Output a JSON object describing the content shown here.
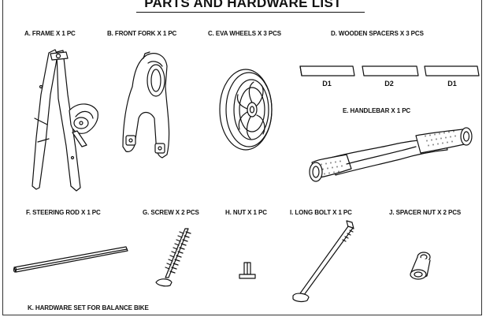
{
  "title": "PARTS AND HARDWARE LIST",
  "parts": {
    "frame": "A. FRAME  X 1 PC",
    "front_fork": "B. FRONT FORK  X 1 PC",
    "wheels": "C. EVA WHEELS X 3 PCS",
    "spacers": "D.  WOODEN  SPACERS X 3 PCS",
    "handlebar": "E.  HANDLEBAR X 1 PC",
    "steering_rod": "F. STEERING ROD  X 1 PC",
    "screw": "G. SCREW  X 2 PCS",
    "nut": "H. NUT  X 1 PC",
    "long_bolt": "I. LONG BOLT  X 1 PC",
    "spacer_nut": "J. SPACER NUT  X 2 PCS",
    "hardware_set": "K. HARDWARE SET FOR BALANCE BIKE"
  },
  "spacer_labels": [
    "D1",
    "D2",
    "D1"
  ]
}
